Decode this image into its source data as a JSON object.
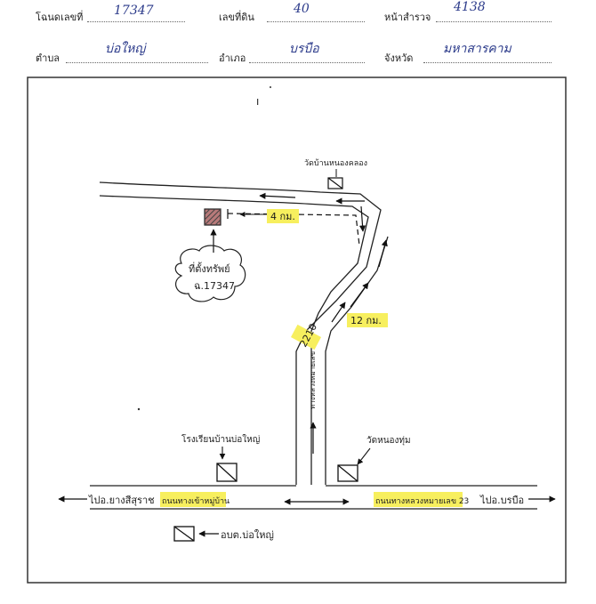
{
  "header": {
    "deed_label": "โฉนดเลขที่",
    "deed_value": "17347",
    "land_label": "เลขที่ดิน",
    "land_value": "40",
    "survey_label": "หน้าสำรวจ",
    "survey_value": "4138",
    "tambon_label": "ตำบล",
    "tambon_value": "บ่อใหญ่",
    "amphoe_label": "อำเภอ",
    "amphoe_value": "บรบือ",
    "province_label": "จังหวัด",
    "province_value": "มหาสารคาม"
  },
  "map": {
    "temple_north": "วัดบ้านหนองคลอง",
    "distance_4km": "4 กม.",
    "distance_12km": "12 กม.",
    "property_label_1": "ที่ตั้งทรัพย์",
    "property_label_2": "ฉ.17347",
    "road_number": "2210",
    "road_side": "ทางหลวงหมายเลข",
    "school_label": "โรงเรียนบ้านบ่อใหญ่",
    "temple_south": "วัดหนองทุ่ม",
    "left_destination": "ไปอ.ยางสีสุราช",
    "right_destination": "ไปอ.บรบือ",
    "road_left_name": "ถนนทางเข้าหมู่บ้าน",
    "road_right_name": "ถนนทางหลวงหมายเลข 23",
    "legend_label": "อบต.บ่อใหญ่"
  }
}
